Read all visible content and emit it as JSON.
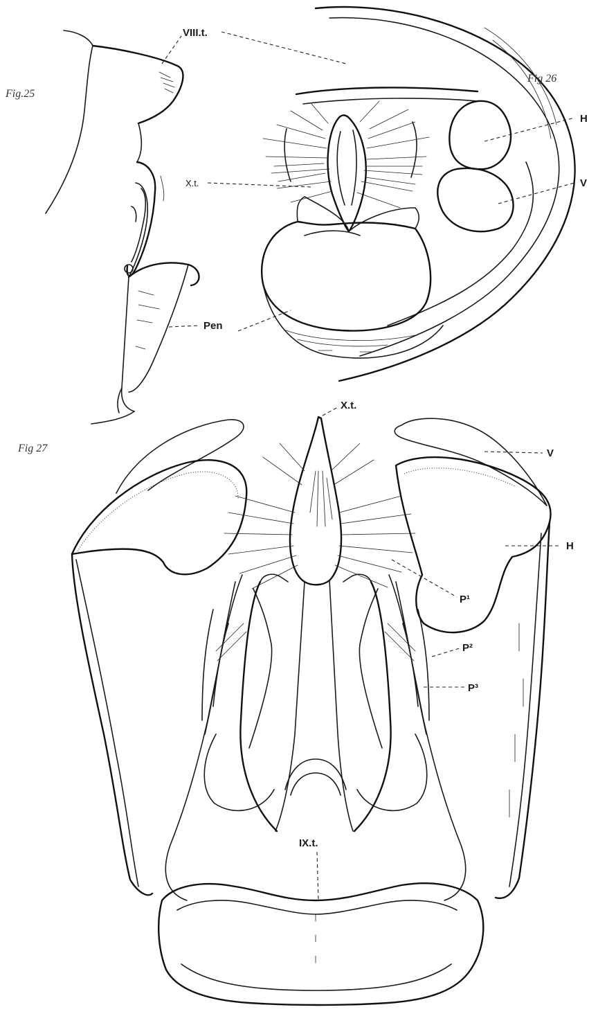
{
  "figures": [
    {
      "id": "fig25",
      "caption": "Fig.25"
    },
    {
      "id": "fig26",
      "caption": "Fig 26"
    },
    {
      "id": "fig27",
      "caption": "Fig 27"
    }
  ],
  "labels": {
    "viii_t": "VIII.t.",
    "x_t_small": "X.t.",
    "h_26": "H",
    "v_26": "V",
    "pen": "Pen",
    "x_t": "X.t.",
    "v_27": "V",
    "h_27": "H",
    "p1": "P¹",
    "p2": "P²",
    "p3": "P³",
    "ix_t": "IX.t."
  }
}
